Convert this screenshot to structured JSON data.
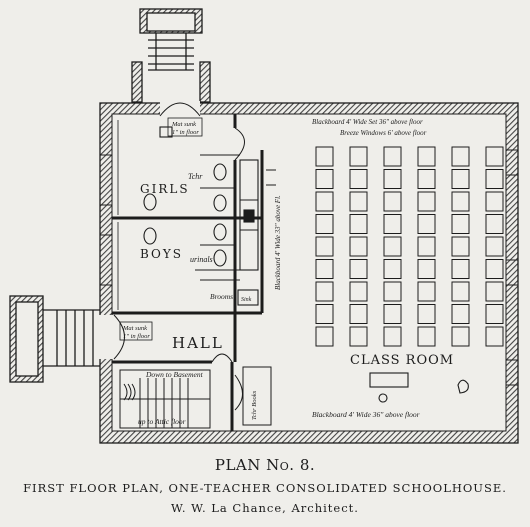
{
  "labels": {
    "mat_sunk_top_l1": "Mat sunk",
    "mat_sunk_top_l2": "1\" in floor",
    "tchr_top": "Tchr",
    "girls": "GIRLS",
    "boys": "BOYS",
    "urinals": "urinals",
    "brooms": "Brooms",
    "sink": "Sink",
    "blackboard_vertical": "Blackboard 4' Wide 33\" above Fl.",
    "blackboard_top": "Blackboard 4' Wide Set 36\" above floor",
    "breeze_windows": "Breeze Windows 6' above floor",
    "mat_sunk_hall_l1": "Mat sunk",
    "mat_sunk_hall_l2": "1\" in floor",
    "hall": "HALL",
    "class_room": "CLASS ROOM",
    "down_to_basement": "Down to Basement",
    "up_to_attic": "up to Attic floor",
    "tchr_books": "Tchr Books",
    "blackboard_bottom": "Blackboard 4' Wide 36\" above floor"
  },
  "caption": {
    "title": "PLAN No. 8.",
    "subtitle": "FIRST FLOOR PLAN, ONE-TEACHER CONSOLIDATED SCHOOLHOUSE.",
    "architect": "W. W. La Chance, Architect."
  },
  "desks": {
    "columns": 6,
    "rows": 9
  },
  "colors": {
    "ink": "#1c1c1c",
    "paper": "#efeeea",
    "wall_hatch": "#555555"
  }
}
